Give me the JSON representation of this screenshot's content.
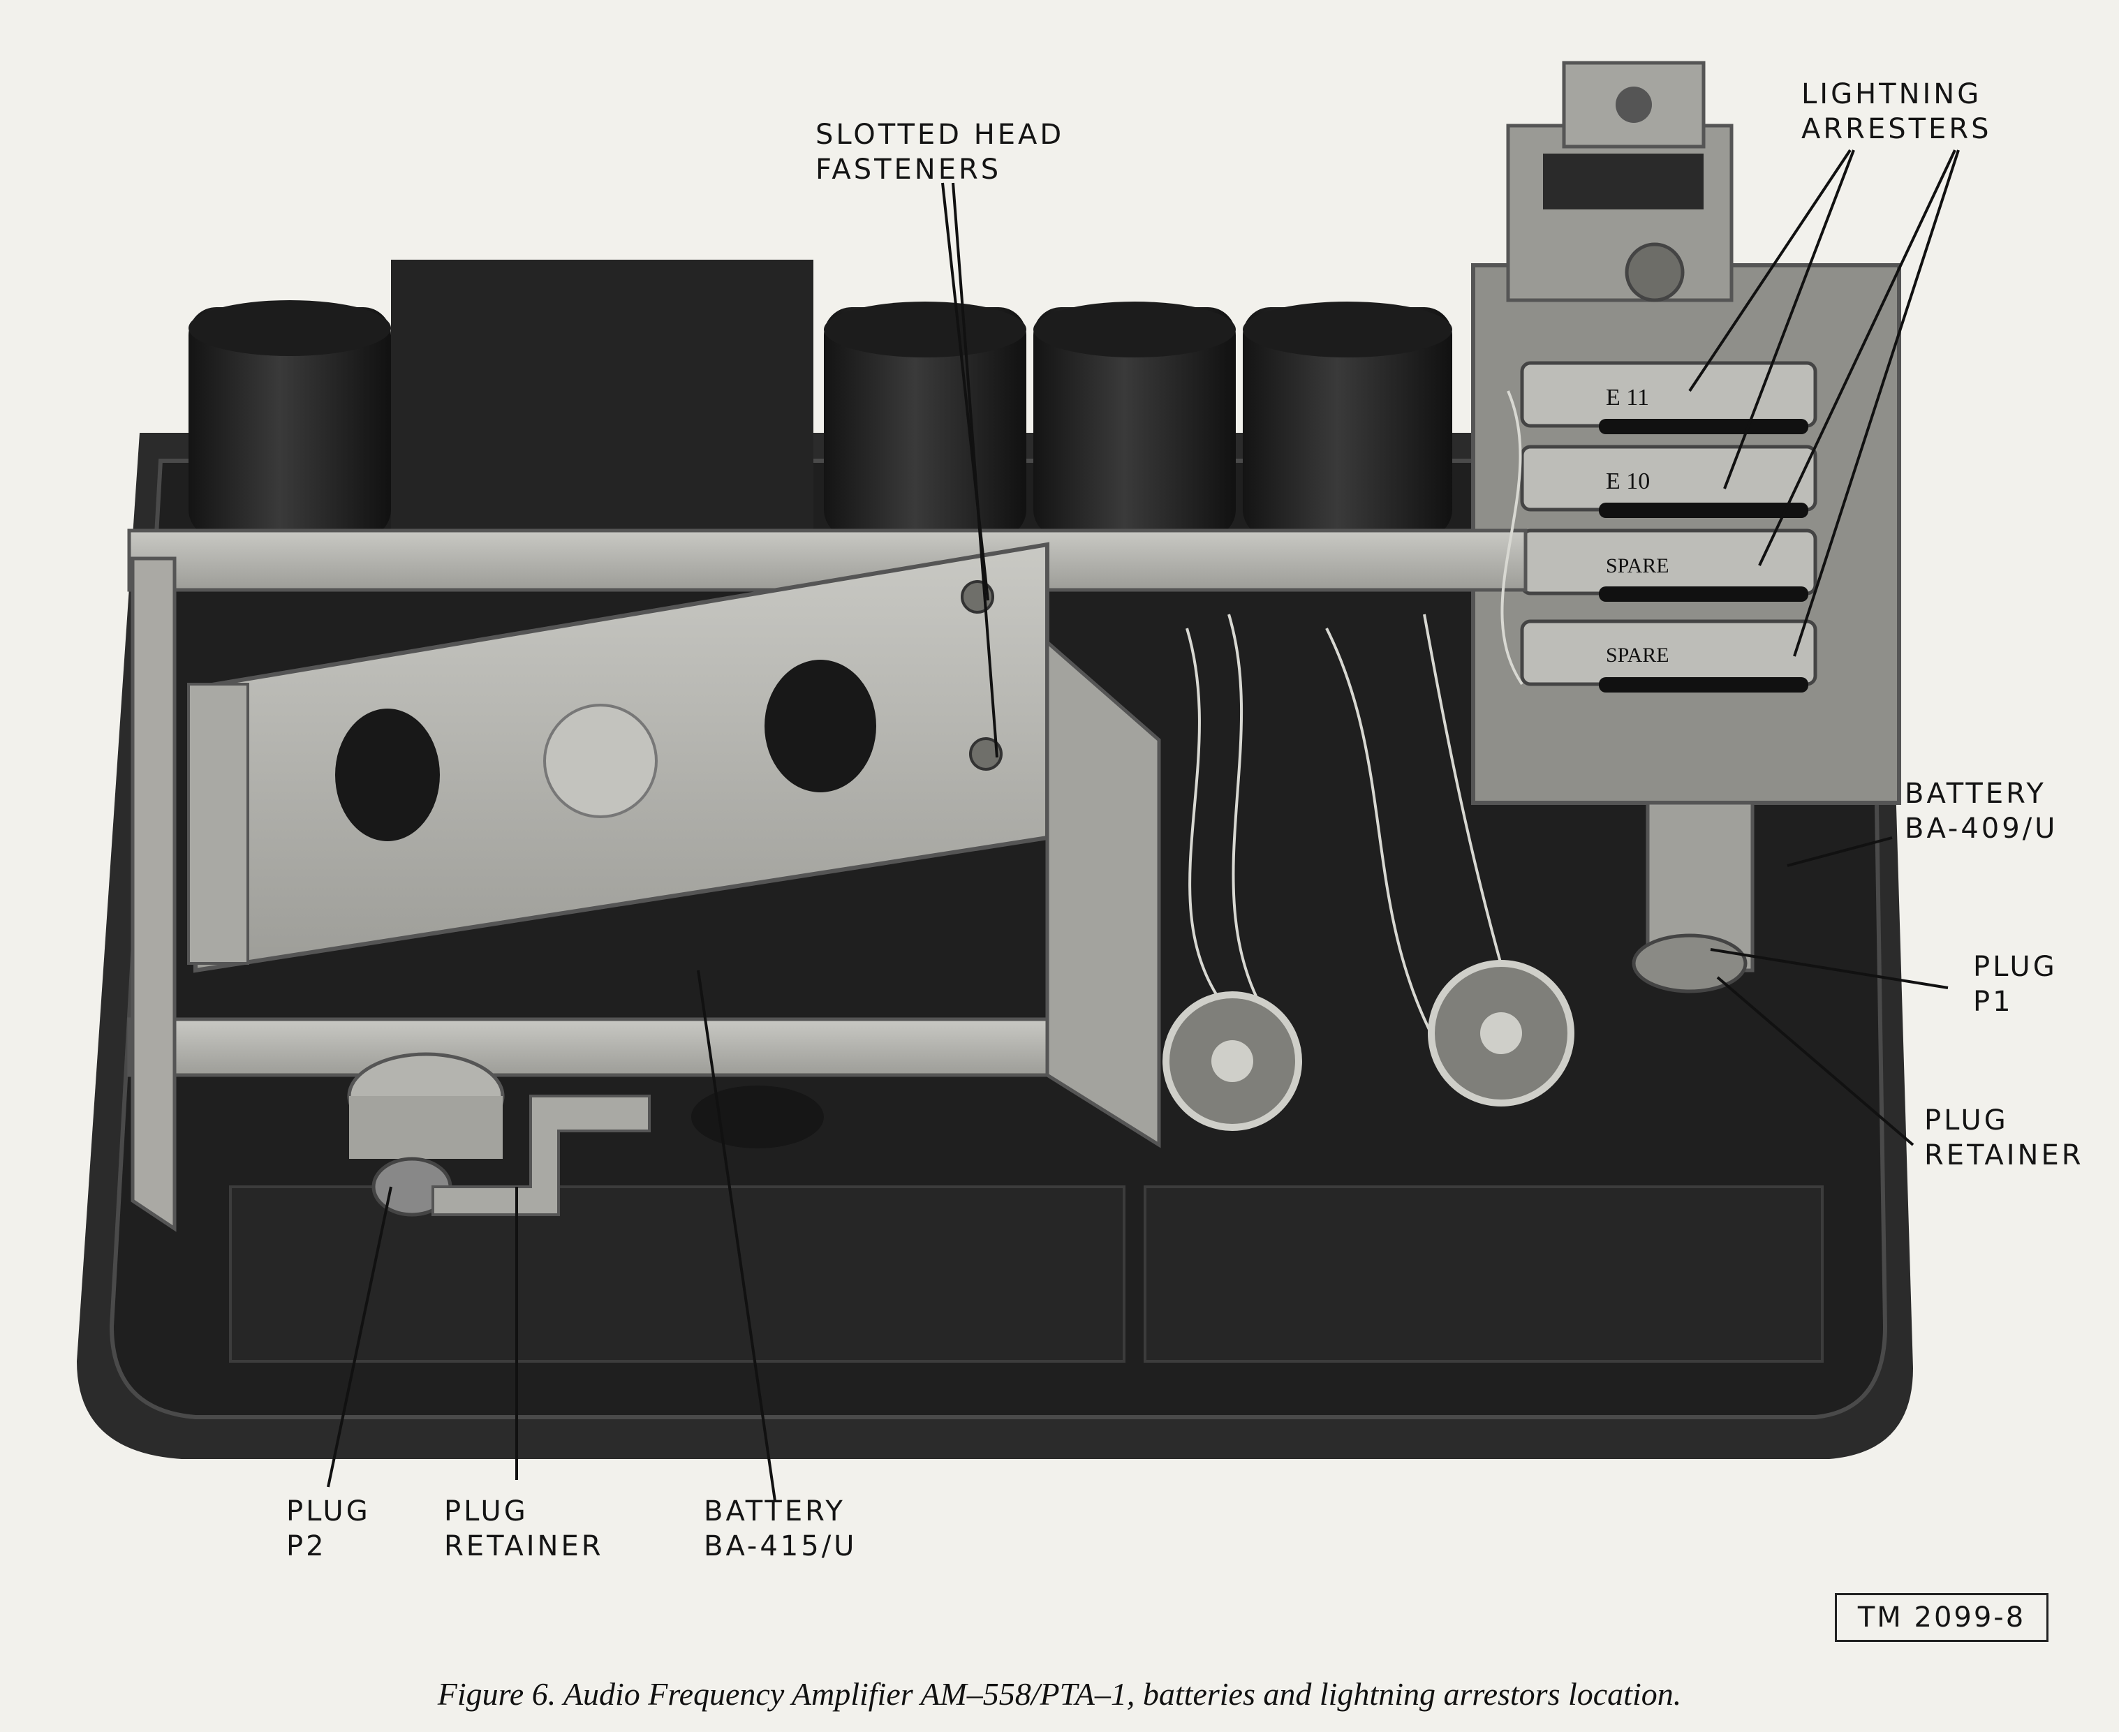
{
  "labels": {
    "slotted_head_fasteners": [
      "SLOTTED HEAD",
      "FASTENERS"
    ],
    "lightning_arresters": [
      "LIGHTNING",
      "ARRESTERS"
    ],
    "battery_ba409u": [
      "BATTERY",
      "BA-409/U"
    ],
    "plug_p1": [
      "PLUG",
      "P1"
    ],
    "plug_retainer_right": [
      "PLUG",
      "RETAINER"
    ],
    "plug_p2": [
      "PLUG",
      "P2"
    ],
    "plug_retainer_left": [
      "PLUG",
      "RETAINER"
    ],
    "battery_ba415u": [
      "BATTERY",
      "BA-415/U"
    ]
  },
  "arrester_tags": [
    "E 11",
    "E 10",
    "SPARE",
    "SPARE"
  ],
  "figure_ref": "TM 2099-8",
  "caption": "Figure 6.    Audio Frequency Amplifier AM–558/PTA–1, batteries and lightning arrestors location.",
  "colors": {
    "background": "#f2f1ec",
    "chassis": "#2a2a2a",
    "bracket": "#b9b9b4",
    "ink": "#141414"
  }
}
